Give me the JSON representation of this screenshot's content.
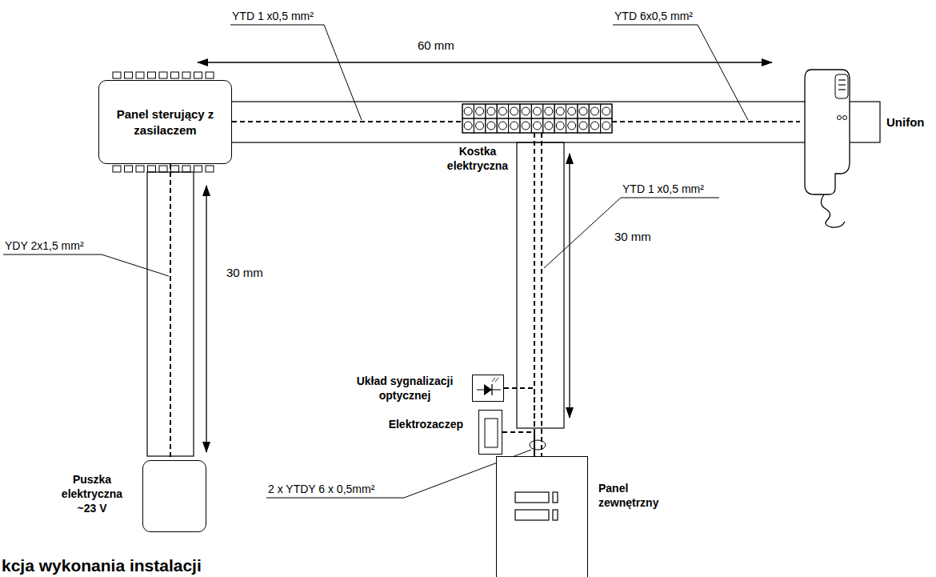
{
  "diagram": {
    "nodes": [
      {
        "text": [
          "Panel sterujący z zasilaczem"
        ]
      },
      {
        "text": [
          "Kostka elektryczna"
        ]
      },
      {
        "text": [
          "Unifon"
        ]
      },
      {
        "text": [
          "Puszka elektryczna ~23 V"
        ]
      },
      {
        "text": [
          "Układ sygnalizacji optycznej"
        ]
      },
      {
        "text": [
          "Elektrozaczep"
        ]
      },
      {
        "text": [
          "Panel zewnętrzny"
        ]
      }
    ],
    "edges": [
      {
        "from": 0,
        "to": 1,
        "arrow": "none"
      },
      {
        "from": 1,
        "to": 2,
        "arrow": "none"
      },
      {
        "from": 0,
        "to": 3,
        "arrow": "none"
      },
      {
        "from": 1,
        "to": 6,
        "arrow": "none"
      },
      {
        "from": 4,
        "to": 6,
        "arrow": "none"
      },
      {
        "from": 5,
        "to": 6,
        "arrow": "none"
      }
    ],
    "labels": [
      "YTD 1 x0,5 mm²",
      "YTD 6x0,5 mm²",
      "60 mm",
      "YDY 2x1,5 mm²",
      "30 mm",
      "YTD 1 x0,5 mm²",
      "30 mm",
      "2 x YTDY 6 x 0,5mm²",
      "kcja wykonania instalacji"
    ]
  }
}
